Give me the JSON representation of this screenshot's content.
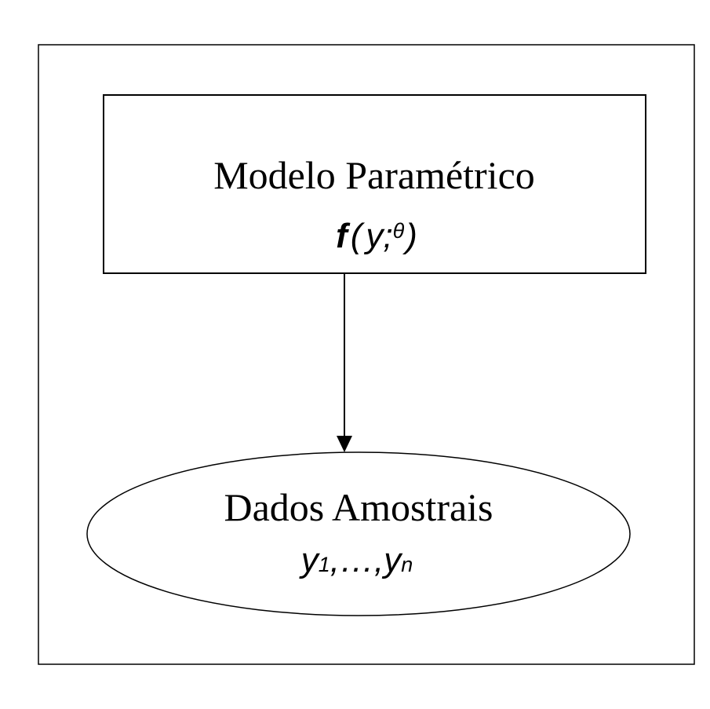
{
  "model": {
    "title": "Modelo Paramétrico",
    "formula": {
      "func": "f",
      "open": "(",
      "var": "y",
      "sep": ";",
      "param": "θ",
      "close": ")"
    }
  },
  "data": {
    "title": "Dados Amostrais",
    "formula": {
      "var1": "y",
      "sub1": "1",
      "mid": ",…,",
      "var2": "y",
      "sub2": "n"
    }
  },
  "colors": {
    "stroke": "#000000",
    "background": "#ffffff"
  }
}
